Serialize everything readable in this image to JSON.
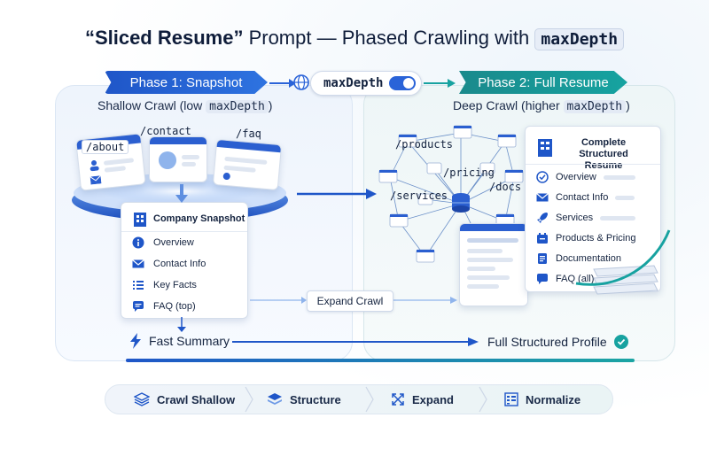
{
  "title": {
    "quote": "“Sliced Resume”",
    "rest": " Prompt — Phased Crawling with ",
    "code": "maxDepth"
  },
  "phase1": {
    "label": "Phase 1: Snapshot",
    "subtitle_prefix": "Shallow Crawl (low ",
    "subtitle_code": "maxDepth",
    "subtitle_suffix": ")"
  },
  "phase2": {
    "label": "Phase 2: Full Resume",
    "subtitle_prefix": "Deep Crawl (higher ",
    "subtitle_code": "maxDepth",
    "subtitle_suffix": ")"
  },
  "toggle": {
    "label": "maxDepth",
    "on": true
  },
  "shallow_pages": [
    "/about",
    "/contact",
    "/faq"
  ],
  "deep_pages": [
    "/products",
    "/pricing",
    "/services",
    "/docs"
  ],
  "snapshot_card": {
    "title": "Company Snapshot",
    "items": [
      "Overview",
      "Contact Info",
      "Key Facts",
      "FAQ (top)"
    ]
  },
  "resume_card": {
    "title_line1": "Complete",
    "title_line2": "Structured Resume",
    "items": [
      "Overview",
      "Contact Info",
      "Services",
      "Products & Pricing",
      "Documentation",
      "FAQ (all)"
    ]
  },
  "expand_label": "Expand Crawl",
  "fast_summary": "Fast Summary",
  "full_profile": "Full Structured Profile",
  "steps": [
    "Crawl Shallow",
    "Structure",
    "Expand",
    "Normalize"
  ],
  "colors": {
    "blue": "#1f56c8",
    "teal": "#17a2a0",
    "navy": "#14233f"
  }
}
